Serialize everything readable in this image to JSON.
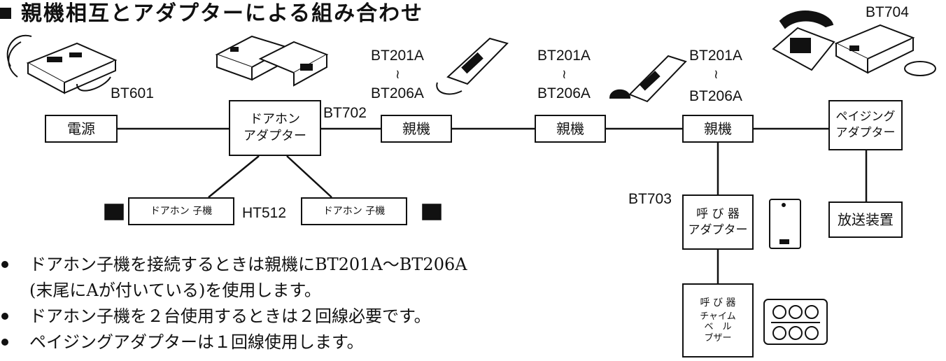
{
  "title": "親機相互とアダプターによる組み合わせ",
  "models": {
    "bt601": "BT601",
    "bt702": "BT702",
    "bt201a_1": "BT201A",
    "bt206a_1": "BT206A",
    "bt201a_2": "BT201A",
    "bt206a_2": "BT206A",
    "bt201a_3": "BT201A",
    "bt206a_3": "BT206A",
    "bt704": "BT704",
    "bt703": "BT703",
    "ht512": "HT512",
    "tilde": "≀"
  },
  "boxes": {
    "power": "電源",
    "doorphone_adapter": [
      "ドアホン",
      "アダプター"
    ],
    "master1": "親機",
    "master2": "親機",
    "master3": "親機",
    "paging_adapter": [
      "ペイジング",
      "アダプター"
    ],
    "doorphone_sub1": "ドアホン 子機",
    "doorphone_sub2": "ドアホン 子機",
    "caller_adapter": [
      "呼 び 器",
      "アダプター"
    ],
    "broadcast": "放送装置",
    "caller": [
      "呼 び 器",
      "チャイム",
      "ベ　ル",
      "ブザー"
    ]
  },
  "notes": [
    [
      "ドアホン子機を接続するときは親機にBT201A～BT206A",
      "(末尾にAが付いている)を使用します。"
    ],
    [
      "ドアホン子機を２台使用するときは２回線必要です。"
    ],
    [
      "ペイジングアダプターは１回線使用します。"
    ]
  ]
}
